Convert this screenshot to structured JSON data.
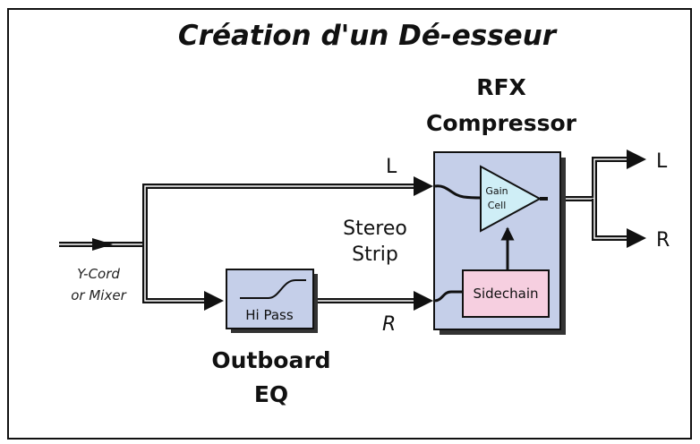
{
  "title": "Création d'un Dé-esseur",
  "compressor": {
    "heading_line1": "RFX",
    "heading_line2": "Compressor",
    "gain_cell_line1": "Gain",
    "gain_cell_line2": "Cell",
    "sidechain_label": "Sidechain"
  },
  "outboard": {
    "heading_line1": "Outboard",
    "heading_line2": "EQ",
    "filter_label": "Hi Pass"
  },
  "signals": {
    "input_line1": "Y-Cord",
    "input_line2": "or Mixer",
    "stereo_line1": "Stereo",
    "stereo_line2": "Strip",
    "left_in": "L",
    "right_in": "R",
    "left_out": "L",
    "right_out": "R"
  },
  "colors": {
    "compressor_fill": "#c5cfe9",
    "eq_fill": "#c5cfe9",
    "gain_cell_fill": "#cfeef6",
    "sidechain_fill": "#f6cfe0"
  }
}
